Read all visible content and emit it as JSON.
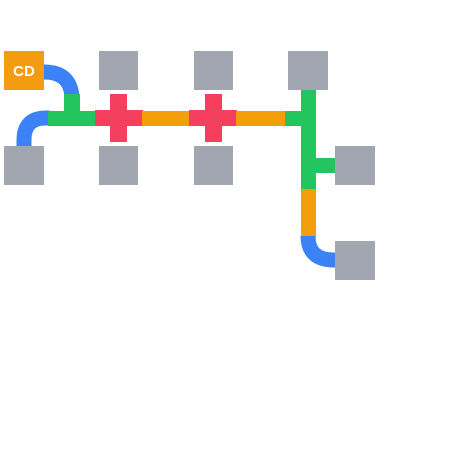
{
  "game": {
    "source_label": "CD"
  },
  "colors": {
    "background": "#ffffff",
    "terminal": "#a1a6b1",
    "source": "#f39c12",
    "source_text": "#ffffff",
    "pipe_blue": "#3b82f6",
    "pipe_green": "#22c55e",
    "pipe_red": "#f43f5e",
    "pipe_orange": "#f59e0b"
  },
  "pieces": [
    {
      "name": "pipe-curve-source-blue",
      "color": "blue",
      "kind": "curve"
    },
    {
      "name": "pipe-curve-left-blue",
      "color": "blue",
      "kind": "curve"
    },
    {
      "name": "pipe-tee-green",
      "color": "green",
      "kind": "tee"
    },
    {
      "name": "pipe-cross-red-1",
      "color": "red",
      "kind": "cross"
    },
    {
      "name": "pipe-straight-orange-1",
      "color": "orange",
      "kind": "straight"
    },
    {
      "name": "pipe-cross-red-2",
      "color": "red",
      "kind": "cross"
    },
    {
      "name": "pipe-straight-orange-2",
      "color": "orange",
      "kind": "straight"
    },
    {
      "name": "pipe-junction-green",
      "color": "green",
      "kind": "tee"
    },
    {
      "name": "pipe-straight-orange-3",
      "color": "orange",
      "kind": "straight"
    },
    {
      "name": "pipe-curve-bottom-blue",
      "color": "blue",
      "kind": "curve"
    }
  ]
}
